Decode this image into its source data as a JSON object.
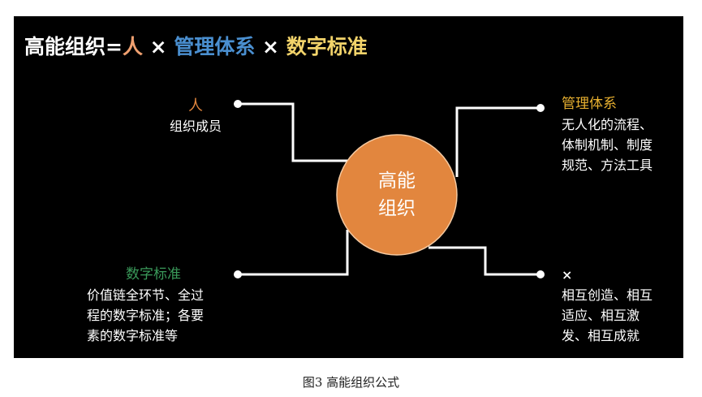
{
  "title": {
    "prefix": "高能组织=",
    "p1": "人",
    "x1": " × ",
    "p2": "管理体系",
    "x2": " × ",
    "p3": "数字标准"
  },
  "colors": {
    "p1": "#f0a070",
    "p2": "#4a8fd0",
    "p3": "#f2d36a",
    "circle": "#e2863e",
    "green": "#3a9a5a",
    "gold": "#e8b030"
  },
  "center": {
    "line1": "高能",
    "line2": "组织"
  },
  "nodes": {
    "people": {
      "title": "人",
      "lines": [
        "组织成员"
      ]
    },
    "management": {
      "title": "管理体系",
      "lines": [
        "无人化的流程、",
        "体制机制、制度",
        "规范、方法工具"
      ]
    },
    "digital": {
      "title": "数字标准",
      "lines": [
        "价值链全环节、全过",
        "程的数字标准；各要",
        "素的数字标准等"
      ]
    },
    "multiply": {
      "title": "×",
      "lines": [
        "相互创造、相互",
        "适应、相互激",
        "发、相互成就"
      ]
    }
  },
  "caption": "图3  高能组织公式"
}
